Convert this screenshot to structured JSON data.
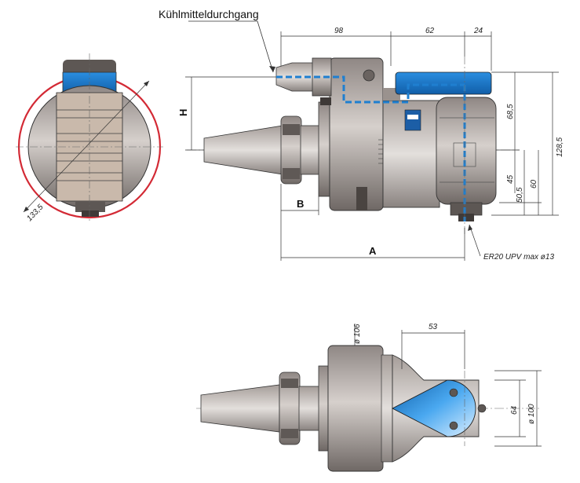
{
  "callout": {
    "coolant_channel": "Kühlmitteldurchgang"
  },
  "dimensions": {
    "d98": "98",
    "d62": "62",
    "d24": "24",
    "d68_5": "68,5",
    "d128_5": "128,5",
    "d45": "45",
    "d50_5": "50,5",
    "d60": "60",
    "d133_5": "133,5",
    "d106": "ø 106",
    "d53": "53",
    "d64": "64",
    "d100": "ø 100"
  },
  "labels": {
    "H": "H",
    "B": "B",
    "A": "A"
  },
  "collet_note": "ER20 UPV max ø13",
  "colors": {
    "body": "#b9b2ad",
    "body_dark": "#6e6764",
    "body_light": "#d8d3cf",
    "accent_blue": "#1f7fd0",
    "coolant_line": "#1f7fd0",
    "highlight_red": "#d32a35"
  }
}
